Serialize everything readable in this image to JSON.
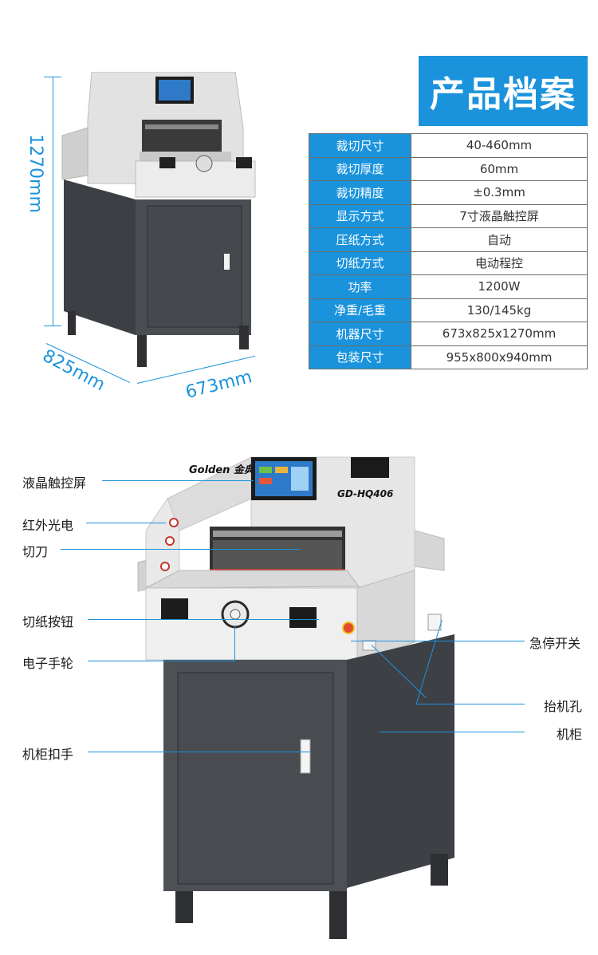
{
  "spec": {
    "title": "产品档案",
    "rows": [
      {
        "k": "裁切尺寸",
        "v": "40-460mm"
      },
      {
        "k": "裁切厚度",
        "v": "60mm"
      },
      {
        "k": "裁切精度",
        "v": "±0.3mm"
      },
      {
        "k": "显示方式",
        "v": "7寸液晶触控屏"
      },
      {
        "k": "压纸方式",
        "v": "自动"
      },
      {
        "k": "切纸方式",
        "v": "电动程控"
      },
      {
        "k": "功率",
        "v": "1200W"
      },
      {
        "k": "净重/毛重",
        "v": "130/145kg"
      },
      {
        "k": "机器尺寸",
        "v": "673x825x1270mm"
      },
      {
        "k": "包装尺寸",
        "v": "955x800x940mm"
      }
    ]
  },
  "dimensions": {
    "height": "1270mm",
    "depth": "825mm",
    "width": "673mm"
  },
  "machine": {
    "brand": "Golden 金典",
    "model": "GD-HQ406"
  },
  "callouts": {
    "lcd": "液晶触控屏",
    "infrared": "红外光电",
    "blade": "切刀",
    "cut_button": "切纸按钮",
    "handwheel": "电子手轮",
    "cabinet_handle": "机柜扣手",
    "emergency_stop": "急停开关",
    "lift_hole": "抬机孔",
    "cabinet": "机柜"
  },
  "colors": {
    "accent": "#1a93dc",
    "body_gray": "#4a4d52",
    "panel_light": "#e6e6e6"
  }
}
